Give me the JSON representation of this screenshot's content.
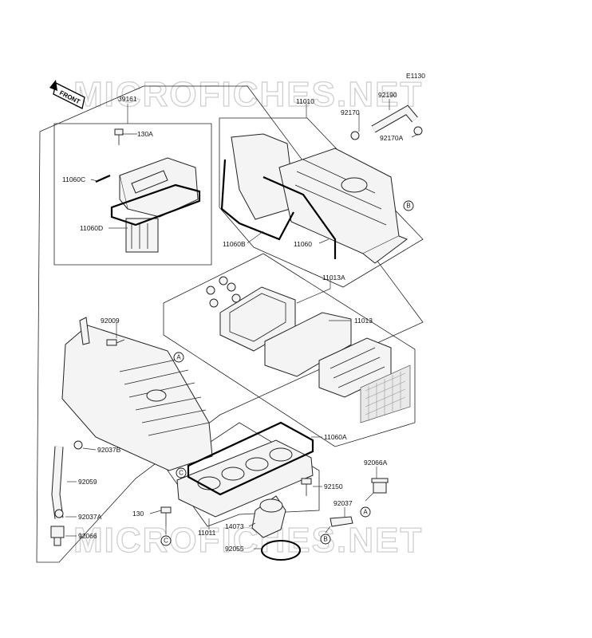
{
  "diagram_code": "E1130",
  "front_label": "FRONT",
  "watermark": "MICROFICHES.NET",
  "parts": {
    "p39161": "39161",
    "p130A": "130A",
    "p11060C": "11060C",
    "p11060D": "11060D",
    "p11010": "11010",
    "p92170": "92170",
    "p92190": "92190",
    "p92170A": "92170A",
    "p11060B": "11060B",
    "p11060": "11060",
    "p11013A": "11013A",
    "p11013": "11013",
    "p92009": "92009",
    "p11060A": "11060A",
    "p92037B": "92037B",
    "p92059": "92059",
    "p92066A": "92066A",
    "p92150": "92150",
    "p92037": "92037",
    "p130": "130",
    "p92037A": "92037A",
    "p14073": "14073",
    "p11011": "11011",
    "p92066": "92066",
    "p92055": "92055"
  },
  "refs": {
    "a": "A",
    "b": "B",
    "c": "C"
  }
}
